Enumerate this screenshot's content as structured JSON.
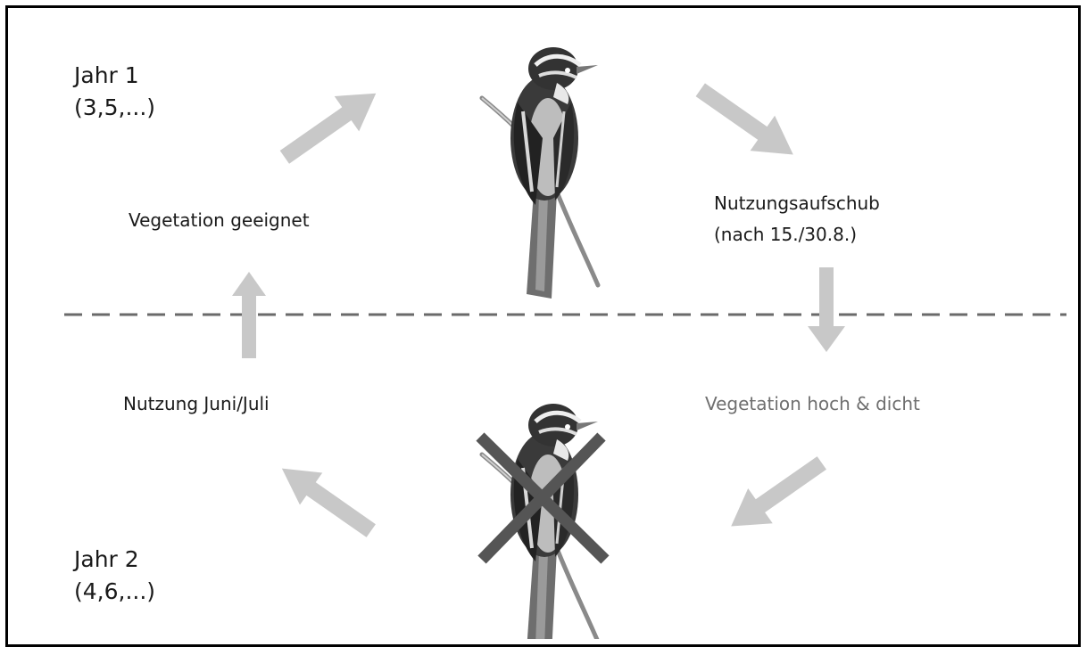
{
  "year1": {
    "line1": "Jahr 1",
    "line2": "(3,5,...)"
  },
  "year2": {
    "line1": "Jahr 2",
    "line2": "(4,6,...)"
  },
  "labels": {
    "vegetation_suitable": "Vegetation geeignet",
    "deferral_line1": "Nutzungsaufschub",
    "deferral_line2": "(nach 15./30.8.)",
    "vegetation_tall": "Vegetation hoch & dicht",
    "use_june_july": "Nutzung Juni/Juli"
  },
  "colors": {
    "arrow": "#c8c8c8",
    "dashed_line": "#6a6a6a",
    "cross": "#555555",
    "text": "#1a1a1a",
    "text_muted": "#6f6f6f"
  },
  "icons": {
    "bird_top": "bird-illustration",
    "bird_bottom": "bird-illustration",
    "cross": "cross-mark"
  }
}
